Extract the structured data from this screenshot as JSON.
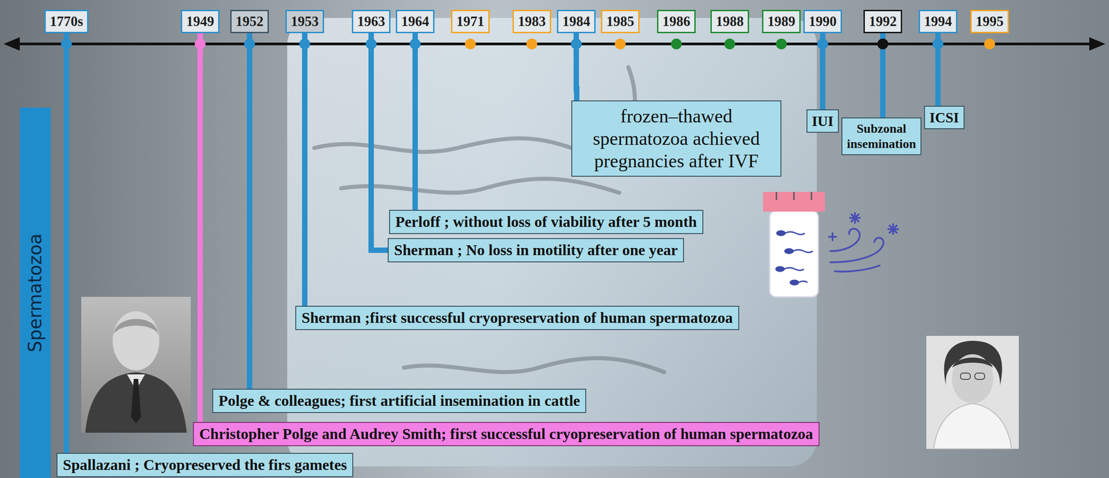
{
  "diagram": {
    "nodes": [
      {
        "text": [
          "1770s"
        ]
      },
      {
        "text": [
          "1949"
        ]
      },
      {
        "text": [
          "1952"
        ]
      },
      {
        "text": [
          "1953"
        ]
      },
      {
        "text": [
          "1963"
        ]
      },
      {
        "text": [
          "1964"
        ]
      },
      {
        "text": [
          "1971"
        ]
      },
      {
        "text": [
          "1983"
        ]
      },
      {
        "text": [
          "1984"
        ]
      },
      {
        "text": [
          "1985"
        ]
      },
      {
        "text": [
          "1986"
        ]
      },
      {
        "text": [
          "1988"
        ]
      },
      {
        "text": [
          "1989"
        ]
      },
      {
        "text": [
          "1990"
        ]
      },
      {
        "text": [
          "1992"
        ]
      },
      {
        "text": [
          "1994"
        ]
      },
      {
        "text": [
          "1995"
        ]
      },
      {
        "text": [
          "frozen–thawed spermatozoa achieved pregnancies after IVF"
        ]
      },
      {
        "text": [
          "IUI"
        ]
      },
      {
        "text": [
          "Subzonal insemination"
        ]
      },
      {
        "text": [
          "ICSI"
        ]
      },
      {
        "text": [
          "Perloff ; without loss of viability after 5 month"
        ]
      },
      {
        "text": [
          "Sherman ; No loss in motility after one year"
        ]
      },
      {
        "text": [
          "Sherman ;first successful cryopreservation of human spermatozoa"
        ]
      },
      {
        "text": [
          "Spermatozoa"
        ]
      },
      {
        "text": [
          "Polge & colleagues; first artificial insemination in cattle"
        ]
      },
      {
        "text": [
          "Christopher Polge and Audrey Smith; first successful cryopreservation of human spermatozoa"
        ]
      },
      {
        "text": [
          "Spallazani ; Cryopreserved the firs gametes"
        ]
      }
    ],
    "edges": [
      {
        "from": 0,
        "to": 27,
        "arrow": "none"
      },
      {
        "from": 1,
        "to": 26,
        "arrow": "none"
      },
      {
        "from": 2,
        "to": 25,
        "arrow": "none"
      },
      {
        "from": 3,
        "to": 23,
        "arrow": "none"
      },
      {
        "from": 4,
        "to": 22,
        "arrow": "none"
      },
      {
        "from": 5,
        "to": 21,
        "arrow": "none"
      },
      {
        "from": 8,
        "to": 17,
        "arrow": "none"
      },
      {
        "from": 13,
        "to": 18,
        "arrow": "none"
      },
      {
        "from": 14,
        "to": 19,
        "arrow": "none"
      },
      {
        "from": 15,
        "to": 20,
        "arrow": "none"
      }
    ]
  }
}
